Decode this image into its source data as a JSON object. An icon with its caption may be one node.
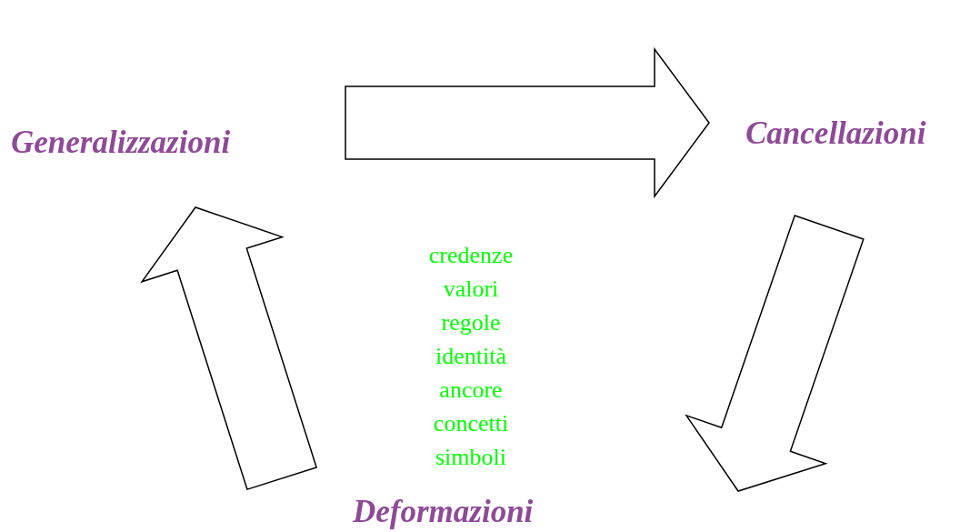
{
  "diagram": {
    "nodes": [
      {
        "text": [
          "Generalizzazioni"
        ]
      },
      {
        "text": [
          "Cancellazioni"
        ]
      },
      {
        "text": [
          "Deformazioni"
        ]
      }
    ],
    "edges": [
      {
        "from": 0,
        "to": 1,
        "arrow": "to"
      },
      {
        "from": 1,
        "to": 2,
        "arrow": "to"
      },
      {
        "from": 2,
        "to": 0,
        "arrow": "to"
      }
    ],
    "labels": [
      "credenze",
      "valori",
      "regole",
      "identità",
      "ancore",
      "concetti",
      "simboli"
    ]
  }
}
